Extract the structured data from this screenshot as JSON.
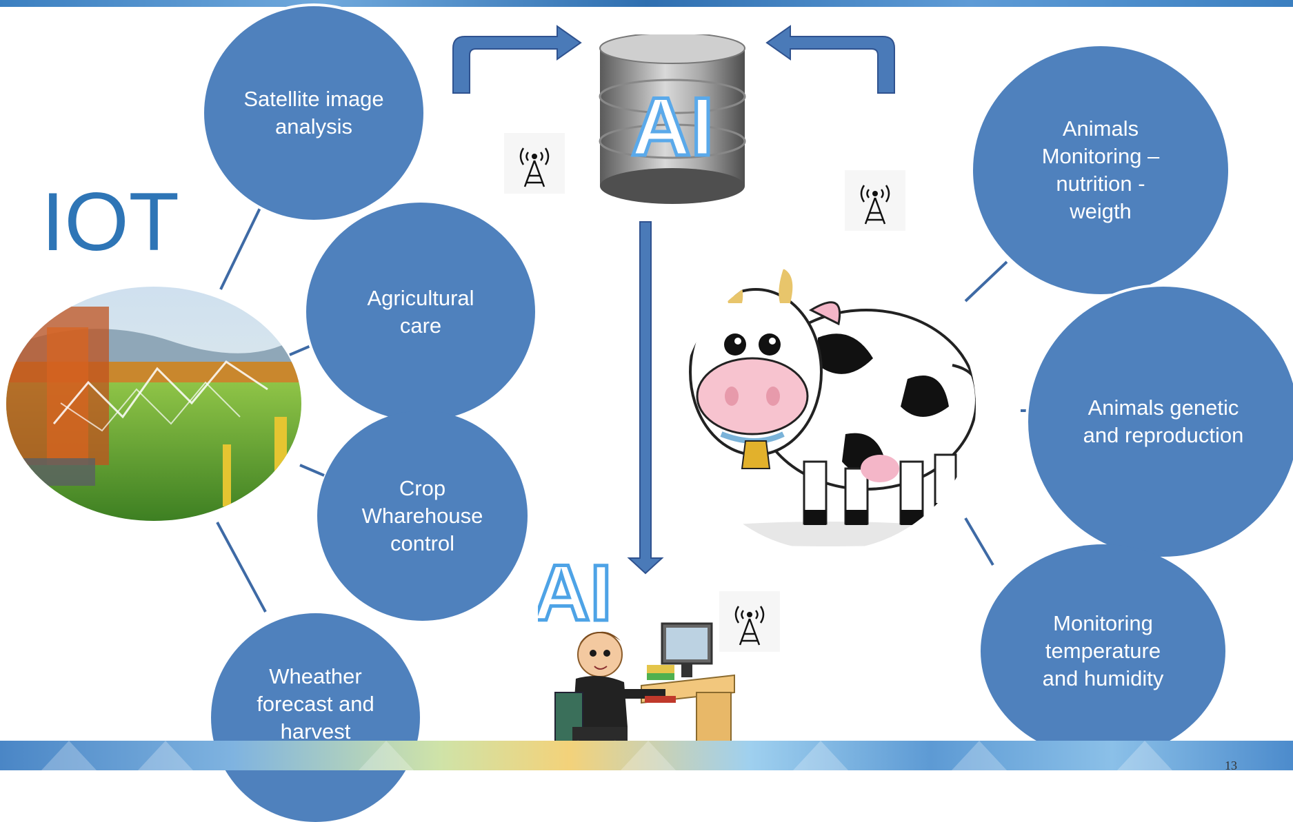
{
  "title": "IOT",
  "ai_label": "AI",
  "page_number": "13",
  "left_circles": [
    {
      "label": "Satellite image\nanalysis"
    },
    {
      "label": "Agricultural\ncare"
    },
    {
      "label": "Crop\nWharehouse\ncontrol"
    },
    {
      "label": "Wheather\nforecast and\nharvest\ncontrol"
    }
  ],
  "right_circles": [
    {
      "label": "Animals\nMonitoring –\nnutrition -\nweigth"
    },
    {
      "label": "Animals genetic\nand reproduction"
    },
    {
      "label": "Monitoring\ntemperature\nand humidity"
    }
  ],
  "colors": {
    "circle": "#4f81bd",
    "iot_text": "#2e75b6",
    "arrow": "#4a7ab8",
    "arrow_border": "#2f528f"
  }
}
